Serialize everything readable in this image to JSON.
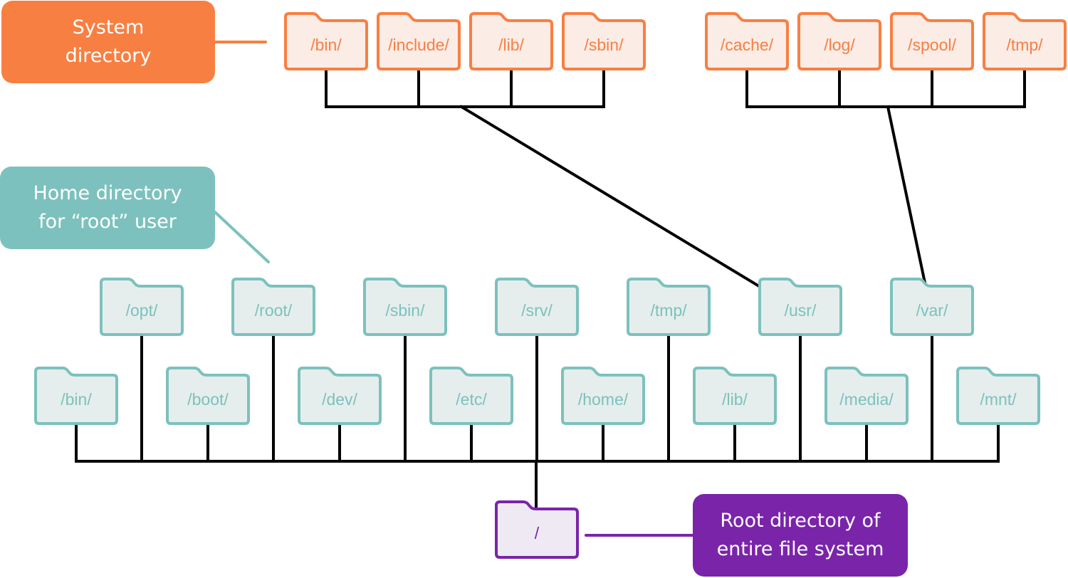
{
  "colors": {
    "system": {
      "stroke": "#f87f42",
      "fill": "#fbece6",
      "text": "#f87f42"
    },
    "home": {
      "stroke": "#7cc1bd",
      "fill": "#e5eeed",
      "text": "#7cc1bd"
    },
    "root": {
      "stroke": "#7a24aa",
      "fill": "#eee9f3",
      "text": "#7a24aa"
    },
    "connector": "#000000"
  },
  "callouts": {
    "system": "System\ndirectory",
    "home": "Home directory\nfor “root” user",
    "root": "Root directory of\nentire file system"
  },
  "root_folder": {
    "label": "/",
    "group": "root"
  },
  "usr_children": [
    {
      "label": "/bin/",
      "group": "system"
    },
    {
      "label": "/include/",
      "group": "system"
    },
    {
      "label": "/lib/",
      "group": "system"
    },
    {
      "label": "/sbin/",
      "group": "system"
    }
  ],
  "var_children": [
    {
      "label": "/cache/",
      "group": "system"
    },
    {
      "label": "/log/",
      "group": "system"
    },
    {
      "label": "/spool/",
      "group": "system"
    },
    {
      "label": "/tmp/",
      "group": "system"
    }
  ],
  "root_children_upper": [
    {
      "label": "/opt/",
      "group": "home"
    },
    {
      "label": "/root/",
      "group": "home"
    },
    {
      "label": "/sbin/",
      "group": "home"
    },
    {
      "label": "/srv/",
      "group": "home"
    },
    {
      "label": "/tmp/",
      "group": "home"
    },
    {
      "label": "/usr/",
      "group": "home"
    },
    {
      "label": "/var/",
      "group": "home"
    }
  ],
  "root_children_lower": [
    {
      "label": "/bin/",
      "group": "home"
    },
    {
      "label": "/boot/",
      "group": "home"
    },
    {
      "label": "/dev/",
      "group": "home"
    },
    {
      "label": "/etc/",
      "group": "home"
    },
    {
      "label": "/home/",
      "group": "home"
    },
    {
      "label": "/lib/",
      "group": "home"
    },
    {
      "label": "/media/",
      "group": "home"
    },
    {
      "label": "/mnt/",
      "group": "home"
    }
  ]
}
